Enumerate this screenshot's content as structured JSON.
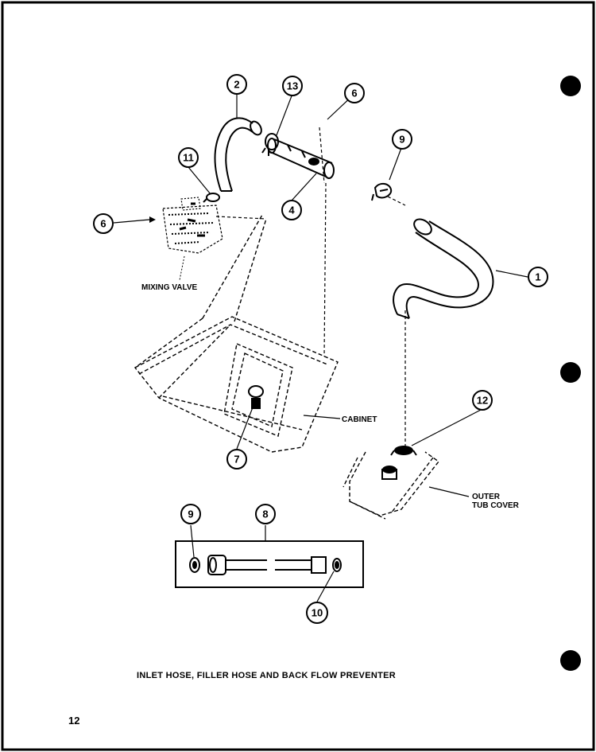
{
  "diagram": {
    "title": "INLET HOSE, FILLER HOSE AND BACK FLOW PREVENTER",
    "page_number": "12",
    "captions": {
      "mixing_valve": "MIXING VALVE",
      "cabinet": "CABINET",
      "outer_tub_cover_1": "OUTER",
      "outer_tub_cover_2": "TUB COVER"
    },
    "callouts": {
      "c1": "1",
      "c2": "2",
      "c4": "4",
      "c6a": "6",
      "c6b": "6",
      "c7": "7",
      "c8": "8",
      "c9a": "9",
      "c9b": "9",
      "c10": "10",
      "c11": "11",
      "c12": "12",
      "c13": "13"
    }
  }
}
